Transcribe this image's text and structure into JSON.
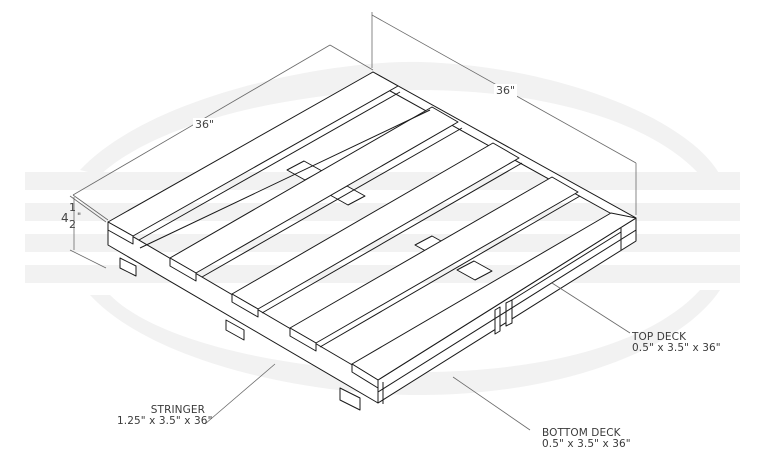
{
  "diagram": {
    "subject": "36 x 36 wooden pallet, isometric view",
    "dimensions": {
      "width_label": "36\"",
      "length_label": "36\"",
      "height_whole": "4",
      "height_num": "1",
      "height_den": "2",
      "height_unit": "\""
    },
    "callouts": {
      "top_deck": {
        "title": "TOP DECK",
        "size": "0.5\" x 3.5\" x 36\""
      },
      "bottom_deck": {
        "title": "BOTTOM DECK",
        "size": "0.5\" x 3.5\" x 36\""
      },
      "stringer": {
        "title": "STRINGER",
        "size": "1.25\" x 3.5\" x 36\""
      }
    },
    "colors": {
      "line": "#1a1a1a",
      "dim_line": "#6a6a6a",
      "watermark": "#f1f1f1",
      "background": "#ffffff"
    }
  }
}
